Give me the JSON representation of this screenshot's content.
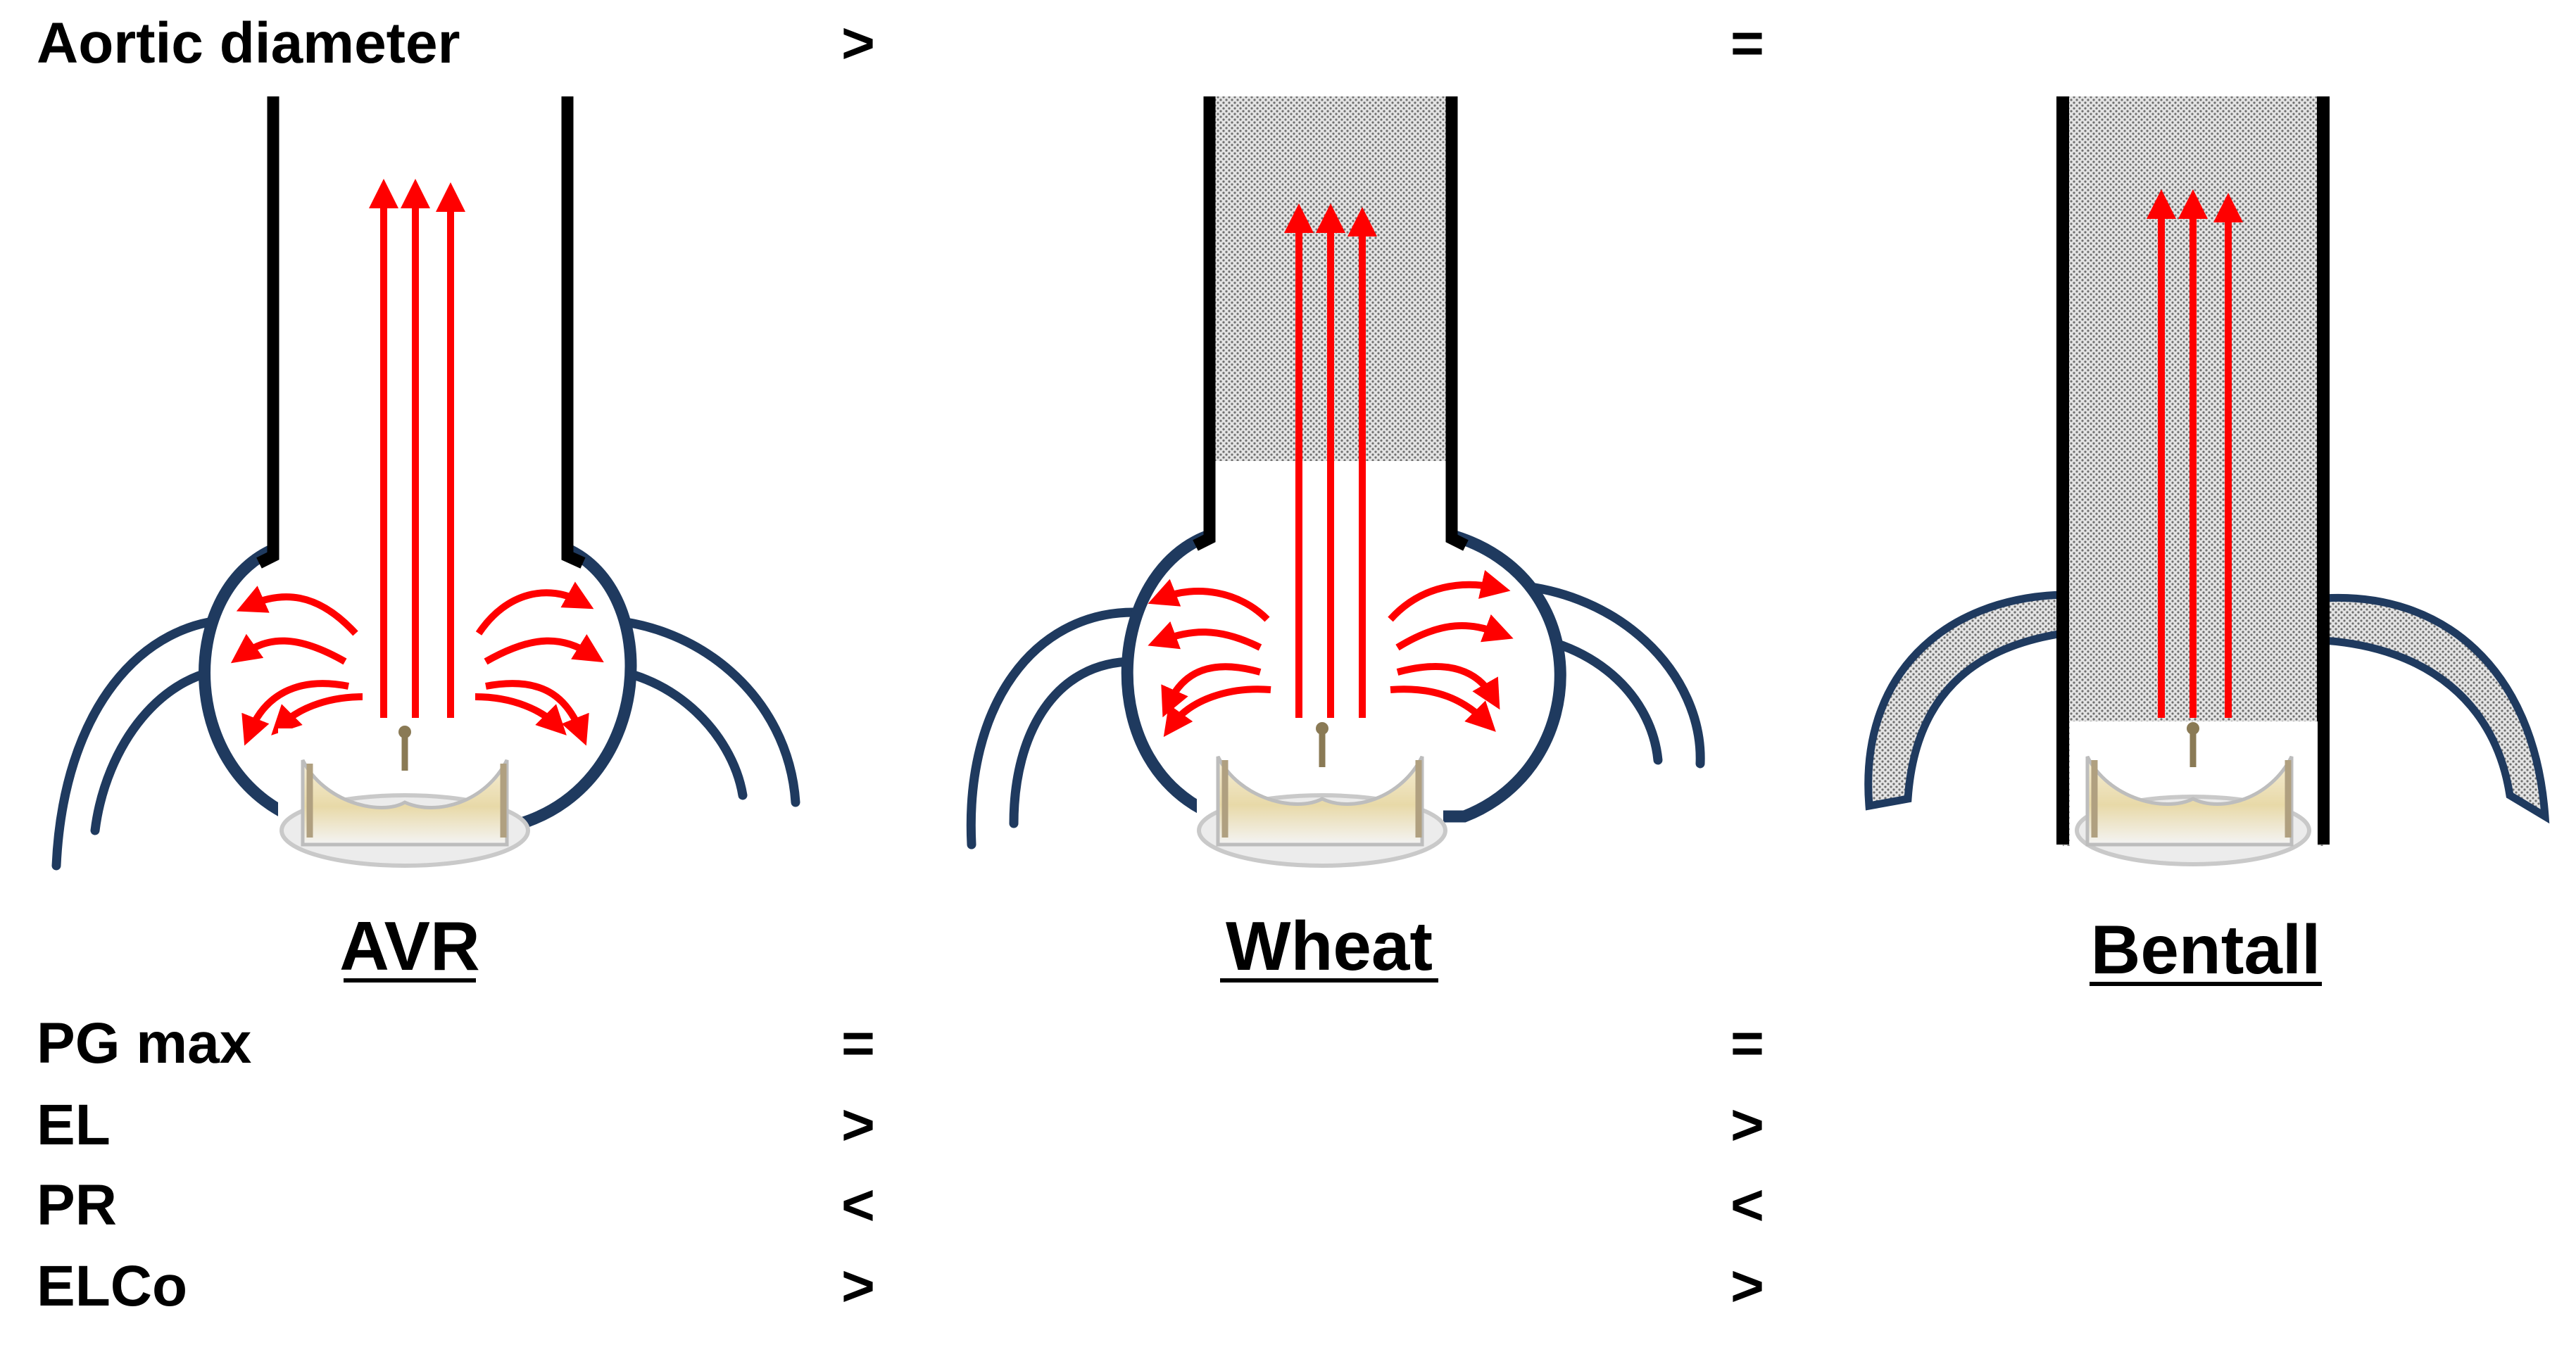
{
  "header": {
    "label": "Aortic diameter",
    "op_avr_wheat": ">",
    "op_wheat_bentall": "="
  },
  "procedures": [
    {
      "id": "avr",
      "label": "AVR"
    },
    {
      "id": "wheat",
      "label": "Wheat"
    },
    {
      "id": "bentall",
      "label": "Bentall"
    }
  ],
  "metrics": [
    {
      "label": "PG max",
      "op_avr_wheat": "=",
      "op_wheat_bentall": "="
    },
    {
      "label": "EL",
      "op_avr_wheat": ">",
      "op_wheat_bentall": ">"
    },
    {
      "label": "PR",
      "op_avr_wheat": "<",
      "op_wheat_bentall": "<"
    },
    {
      "label": "ELCo",
      "op_avr_wheat": ">",
      "op_wheat_bentall": ">"
    }
  ],
  "colors": {
    "wall": "#000000",
    "root_outline": "#1f3a5f",
    "flow_arrow": "#ff0000",
    "graft_fill": "#b5b5b5"
  }
}
